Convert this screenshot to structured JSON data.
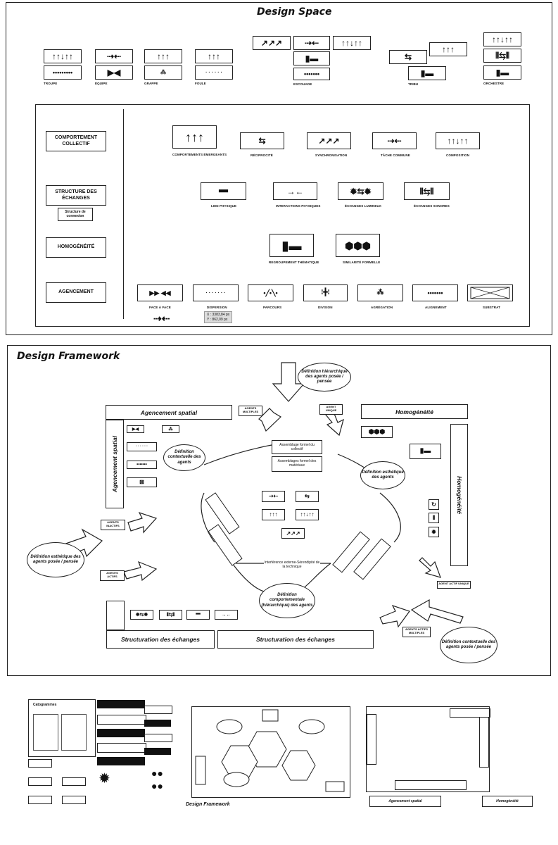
{
  "design_space": {
    "title": "Design Space",
    "top_captions": [
      "TROUPE",
      "ÉQUIPE",
      "GRAPPE",
      "FOULE",
      "ESCOUADE",
      "TRIBU",
      "ORCHESTRE"
    ],
    "categories": [
      "COMPORTEMENT COLLECTIF",
      "STRUCTURE DES ÉCHANGES",
      "Structure de connexion",
      "HOMOGÉNÉITÉ",
      "AGENCEMENT"
    ],
    "row1": [
      "COMPORTEMENTS ÉMERGEANTS",
      "RÉCIPROCITÉ",
      "SYNCHRONISATION",
      "TÂCHE COMMUNE",
      "COMPOSITION"
    ],
    "row2": [
      "LIEN PHYSIQUE",
      "INTERACTIONS PHYSIQUES",
      "ÉCHANGES LUMINEUX",
      "ÉCHANGES SONORES"
    ],
    "row3": [
      "REGROUPEMENT THÉMATIQUE",
      "SIMILARITÉ FORMELLE"
    ],
    "row4": [
      "FACE À FACE",
      "DISPERSION",
      "PARCOURS",
      "DIVISION",
      "AGRÉGATION",
      "ALIGNEMENT",
      "SUBSTRAT"
    ],
    "tooltip_x": "X : 3383,84 px",
    "tooltip_y": "Y : 862,09 px"
  },
  "design_framework": {
    "title": "Design Framework",
    "top_oval": "Définition hiérarchique des agents posée / pensée",
    "left_oval": "Définition esthétique des agents posée / pensée",
    "right_oval": "Définition contextuelle des agents posée / pensée",
    "bottom_center_oval": "Définition comportementale (hiérarchique) des agents",
    "left_inner_oval": "Définition contextuelle des agents",
    "right_inner_oval": "Définition esthétique des agents",
    "bar_agencement": "Agencement spatial",
    "bar_agencement_vertical": "Agencement spatial",
    "bar_homogeneite": "Homogénéité",
    "bar_homogeneite_vertical": "Homogénéité",
    "bar_structuration_left": "Structuration des échanges",
    "bar_structuration_right": "Structuration des échanges",
    "tag_agents_multiples": "AGENTS MULTIPLES",
    "tag_agent_unique": "AGENT UNIQUE",
    "tag_agents_inactifs": "AGENTS INACTIFS",
    "tag_agents_actifs": "AGENTS ACTIFS",
    "tag_agent_actif_unique": "AGENT ACTIF UNIQUE",
    "tag_agents_actifs_multiples": "AGENTS ACTIFS MULTIPLES",
    "assemblage_collectif": "Assemblage formel du collectif",
    "assemblage_materiaux": "Assemblages formel des matériaux",
    "interference": "Interférence externe-Sérendipité de la technique"
  },
  "thumbnails": {
    "catalogue_title": "Catogrammes",
    "framework_caption": "Design Framework",
    "left_header": "Agencement spatial",
    "right_header": "Homogénéité"
  }
}
